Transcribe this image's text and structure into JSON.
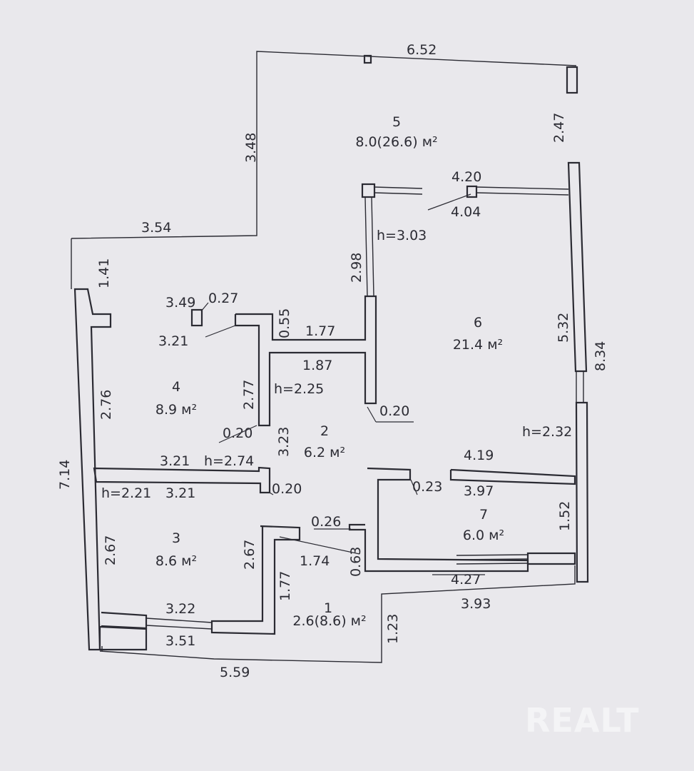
{
  "dimensions": {
    "top": "6.52",
    "upper_left_diag": "3.48",
    "left_top": "3.54",
    "right_upper": "2.47",
    "win_upper": "4.20",
    "win_lower": "4.04",
    "partition_vert": "2.98",
    "h_room5": "h=3.03",
    "left_short": "1.41",
    "win4_outer": "3.49",
    "win4_pier": "0.27",
    "win4_inner": "3.21",
    "w_055": "0.55",
    "w_177": "1.77",
    "w_187": "1.87",
    "h_room2": "h=2.25",
    "room6_side": "5.32",
    "right_full": "8.34",
    "room4_side": "2.76",
    "room4_inner": "2.77",
    "w_020a": "0.20",
    "w_020b": "0.20",
    "w_323": "3.23",
    "h_room6": "h=2.32",
    "room4_bottom": "3.21",
    "h_room4": "h=2.74",
    "w_419": "4.19",
    "left_full": "7.14",
    "h_room3": "h=2.21",
    "room3_top": "3.21",
    "w_020c": "0.20",
    "w_023": "0.23",
    "w_397": "3.97",
    "w_026": "0.26",
    "room7_side": "1.52",
    "room3_left": "2.67",
    "room3_right": "2.67",
    "w_174": "1.74",
    "w_063": "0.63",
    "w_427": "4.27",
    "w_177b": "1.77",
    "w_393": "3.93",
    "win3_inner": "3.22",
    "win3_outer": "3.51",
    "w_123": "1.23",
    "bottom": "5.59"
  },
  "rooms": [
    {
      "number": "5",
      "area": "8.0(26.6) м²"
    },
    {
      "number": "6",
      "area": "21.4 м²"
    },
    {
      "number": "4",
      "area": "8.9 м²"
    },
    {
      "number": "2",
      "area": "6.2 м²"
    },
    {
      "number": "7",
      "area": "6.0 м²"
    },
    {
      "number": "3",
      "area": "8.6 м²"
    },
    {
      "number": "1",
      "area": "2.6(8.6) м²"
    }
  ],
  "watermark": "REALT"
}
